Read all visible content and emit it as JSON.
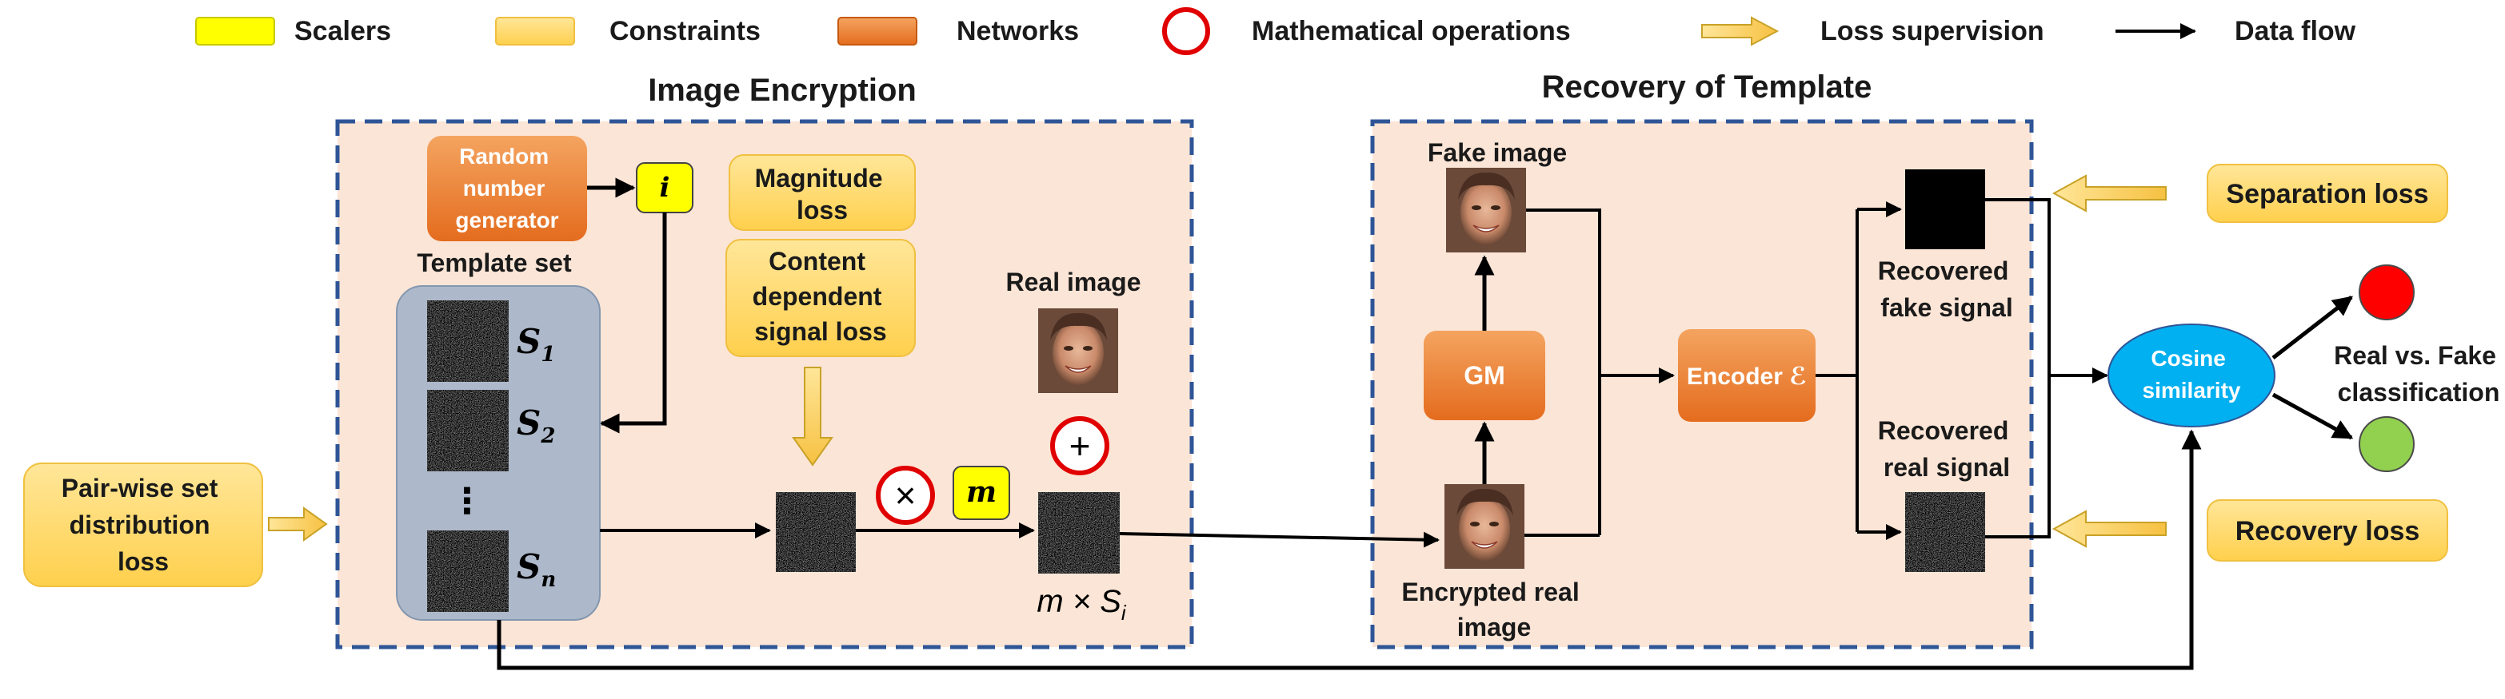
{
  "legend": {
    "scalers": "Scalers",
    "constraints": "Constraints",
    "networks": "Networks",
    "math_ops": "Mathematical operations",
    "loss_supervision": "Loss supervision",
    "data_flow": "Data flow"
  },
  "panels": {
    "image_encryption": "Image Encryption",
    "recovery_of_template": "Recovery of Template"
  },
  "nodes": {
    "rng": [
      "Random",
      "number",
      "generator"
    ],
    "i_scalar": "i",
    "magnitude_loss": [
      "Magnitude",
      "loss"
    ],
    "content_loss": [
      "Content",
      "dependent",
      "signal loss"
    ],
    "template_set": "Template set",
    "s1": "S",
    "s1_sub": "1",
    "s2": "S",
    "s2_sub": "2",
    "sn": "S",
    "sn_sub": "n",
    "dots": "⋮",
    "real_image": "Real image",
    "times": "×",
    "plus": "+",
    "m_scalar": "m",
    "m_times_si": "m × S",
    "si_sub": "i",
    "pairwise_loss": [
      "Pair-wise set",
      "distribution",
      "loss"
    ],
    "fake_image": "Fake image",
    "gm": "GM",
    "encrypted_real": [
      "Encrypted real",
      "image"
    ],
    "encoder": "Encoder ℰ",
    "recovered_fake": [
      "Recovered",
      "fake signal"
    ],
    "recovered_real": [
      "Recovered",
      "real signal"
    ],
    "separation_loss": "Separation loss",
    "recovery_loss": "Recovery loss",
    "cosine": [
      "Cosine",
      "similarity"
    ],
    "classification": [
      "Real vs. Fake",
      "classification"
    ]
  },
  "colors": {
    "scaler": "#ffff00",
    "constraint": "#ffd966",
    "network": "#ed7d31",
    "math_op": "#e00000",
    "panel_bg": "#fbe5d6",
    "panel_border": "#2f5597",
    "template_bg": "#adb9ca",
    "cosine": "#00b0f0",
    "fake_dot": "#ff0000",
    "real_dot": "#92d050"
  }
}
